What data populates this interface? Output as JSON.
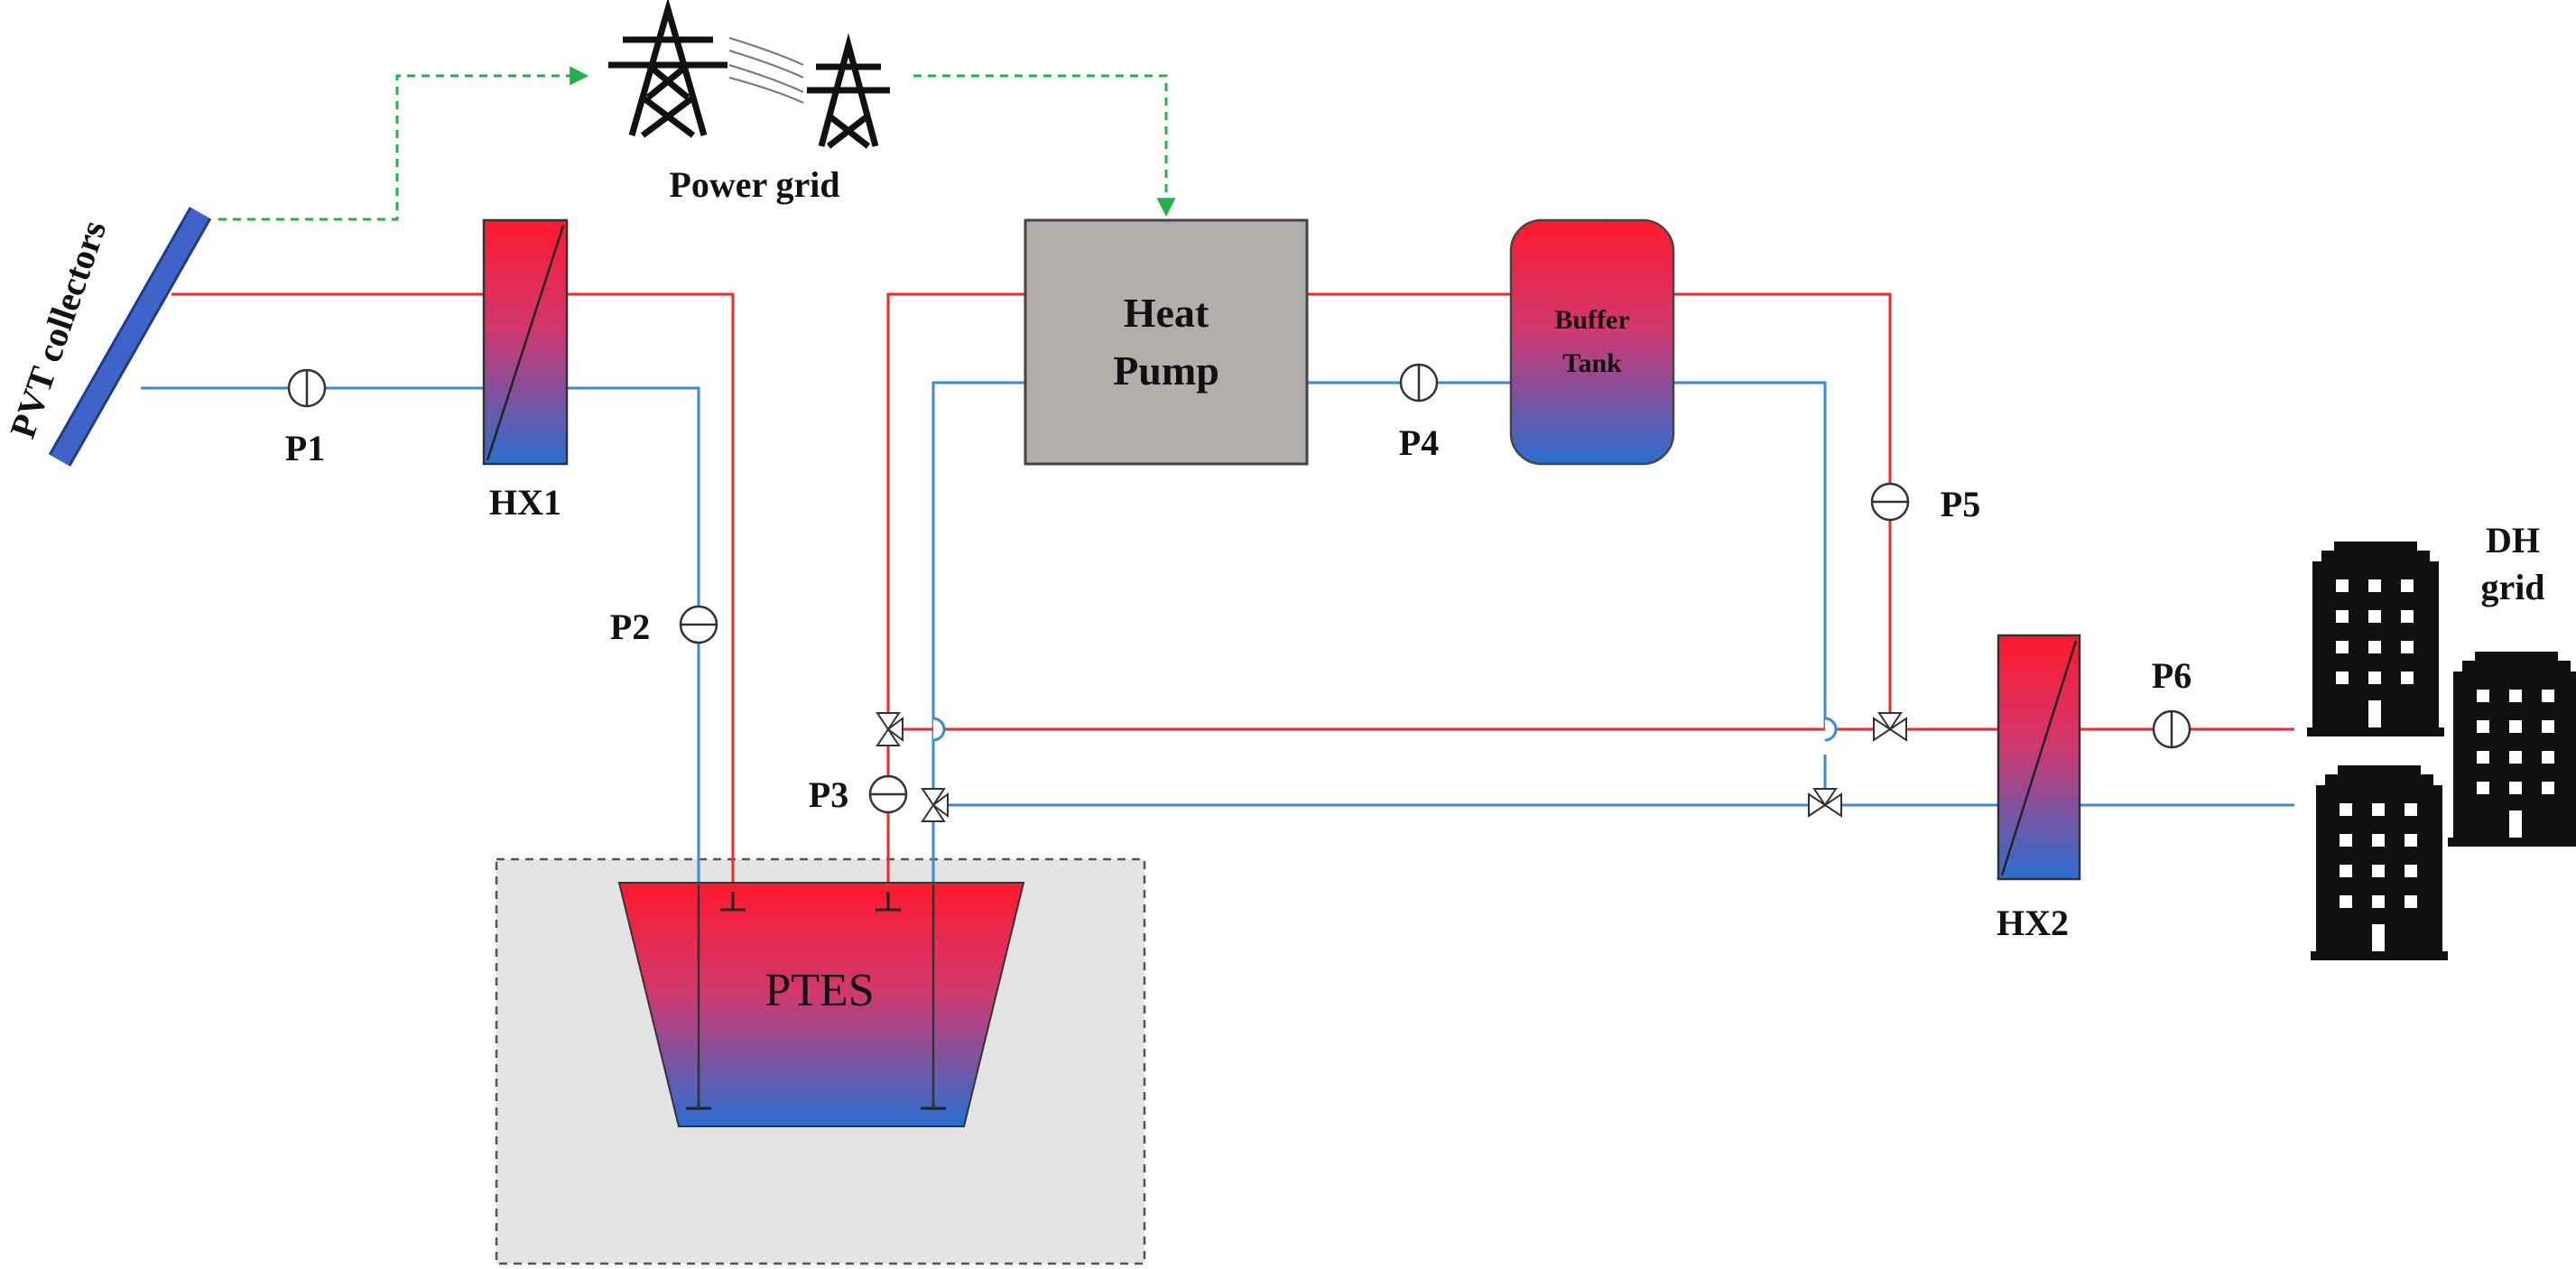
{
  "labels": {
    "pvt": "PVT collectors",
    "power_grid": "Power grid",
    "heat_pump_line1": "Heat",
    "heat_pump_line2": "Pump",
    "buffer_line1": "Buffer",
    "buffer_line2": "Tank",
    "hx1": "HX1",
    "hx2": "HX2",
    "ptes": "PTES",
    "dh_line1": "DH",
    "dh_line2": "grid",
    "p1": "P1",
    "p2": "P2",
    "p3": "P3",
    "p4": "P4",
    "p5": "P5",
    "p6": "P6"
  },
  "colors": {
    "hot": "#ee2a2a",
    "cold": "#3a8ad6",
    "electric": "#22b14c",
    "heat_pump_fill": "#b3aeac",
    "ptes_ground": "#e3e3e3",
    "pvt_panel": "#3f63c9",
    "building": "#111111"
  }
}
